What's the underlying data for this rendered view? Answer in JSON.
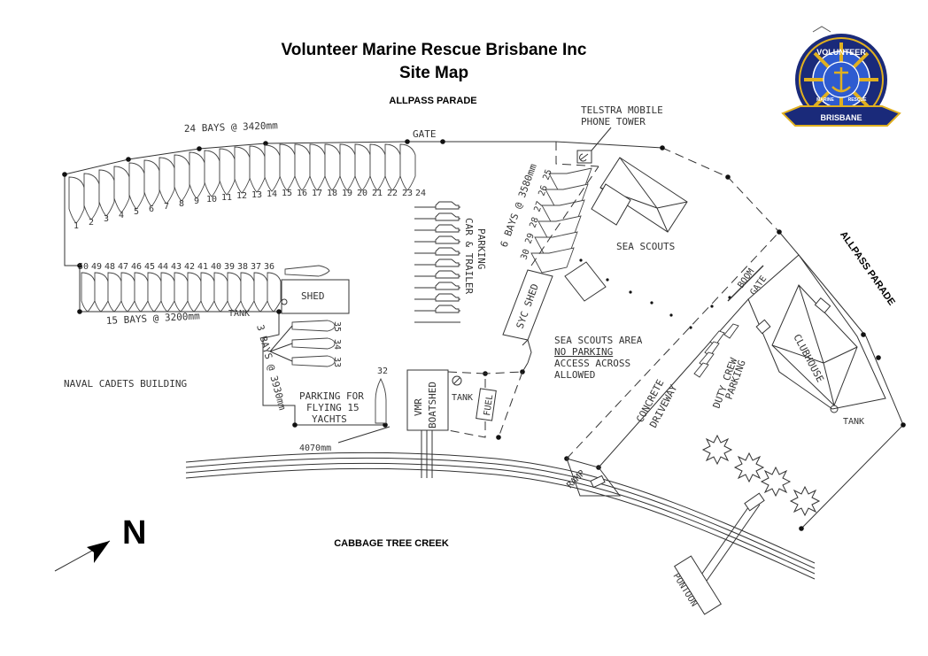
{
  "header": {
    "title": "Volunteer Marine Rescue Brisbane Inc",
    "subtitle": "Site Map"
  },
  "logo": {
    "top_text": "VOLUNTEER",
    "left_text": "MARINE",
    "right_text": "RESCUE",
    "banner_text": "BRISBANE",
    "colors": {
      "navy": "#1a2a7a",
      "gold": "#e0b020",
      "white": "#ffffff"
    }
  },
  "roads": {
    "north": "ALLPASS PARADE",
    "east": "ALLPASS PARADE",
    "creek": "CABBAGE TREE CREEK"
  },
  "north_arrow": {
    "label": "N"
  },
  "labels": {
    "bays_24": "24 BAYS @ 3420mm",
    "bays_15": "15 BAYS @ 3200mm",
    "bays_6": "6 BAYS @ 3580mm",
    "bays_3": "3 BAYS @ 3930mm",
    "gate": "GATE",
    "telstra_1": "TELSTRA MOBILE",
    "telstra_2": "PHONE TOWER",
    "shed": "SHED",
    "tank": "TANK",
    "car_trailer_1": "CAR & TRAILER",
    "car_trailer_2": "PARKING",
    "syc_shed": "SYC SHED",
    "sea_scouts": "SEA SCOUTS",
    "boom_gate_1": "BOOM",
    "boom_gate_2": "GATE",
    "clubhouse": "CLUBHOUSE",
    "naval_cadets": "NAVAL CADETS BUILDING",
    "flying15_1": "PARKING FOR",
    "flying15_2": "FLYING 15",
    "flying15_3": "YACHTS",
    "bay_32": "32",
    "vmr_1": "VMR",
    "vmr_2": "BOATSHED",
    "tank_vmr": "TANK",
    "fuel": "FUEL",
    "scouts_area_1": "SEA SCOUTS AREA",
    "scouts_area_2": "NO PARKING",
    "scouts_area_3": "ACCESS ACROSS",
    "scouts_area_4": "ALLOWED",
    "concrete_1": "CONCRETE",
    "concrete_2": "DRIVEWAY",
    "duty_crew_1": "DUTY CREW",
    "duty_crew_2": "PARKING",
    "tank_club": "TANK",
    "dim_4070": "4070mm",
    "ramp": "RAMP",
    "pontoon": "PONTOON"
  },
  "bays": {
    "top_row": [
      "1",
      "2",
      "3",
      "4",
      "5",
      "6",
      "7",
      "8",
      "9",
      "10",
      "11",
      "12",
      "13",
      "14",
      "15",
      "16",
      "17",
      "18",
      "19",
      "20",
      "21",
      "22",
      "23",
      "24"
    ],
    "second_row": [
      "50",
      "49",
      "48",
      "47",
      "46",
      "45",
      "44",
      "43",
      "42",
      "41",
      "40",
      "39",
      "38",
      "37",
      "36"
    ],
    "right_column": [
      "25",
      "26",
      "27",
      "28",
      "29",
      "30"
    ],
    "small_group": [
      "35",
      "34",
      "33"
    ]
  }
}
